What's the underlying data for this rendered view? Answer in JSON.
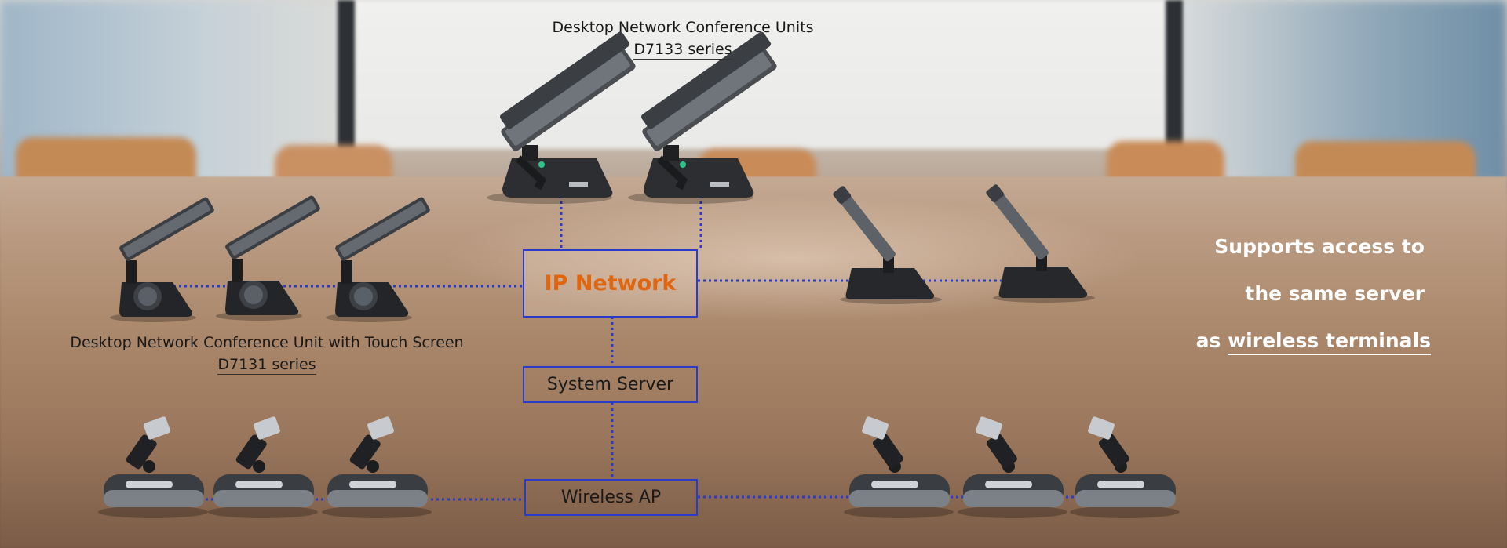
{
  "diagram": {
    "top_caption": {
      "title": "Desktop Network Conference Units",
      "series": "D7133 series"
    },
    "left_caption": {
      "title": "Desktop Network Conference Unit with Touch Screen",
      "series": "D7131 series"
    },
    "nodes": {
      "ip_network": "IP Network",
      "system_server": "System Server",
      "wireless_ap": "Wireless AP"
    },
    "tagline": {
      "line1": "Supports access to",
      "line2": "the same server",
      "line3_prefix": "as",
      "line3_highlight": "wireless terminals"
    },
    "colors": {
      "link": "#2a3cc7",
      "ip_text": "#e0650f",
      "tagline": "#ffffff"
    },
    "devices": {
      "touch_screen_units": 3,
      "d7133_units_top": 2,
      "right_gooseneck_units": 2,
      "wireless_units_left": 3,
      "wireless_units_right": 3
    }
  }
}
